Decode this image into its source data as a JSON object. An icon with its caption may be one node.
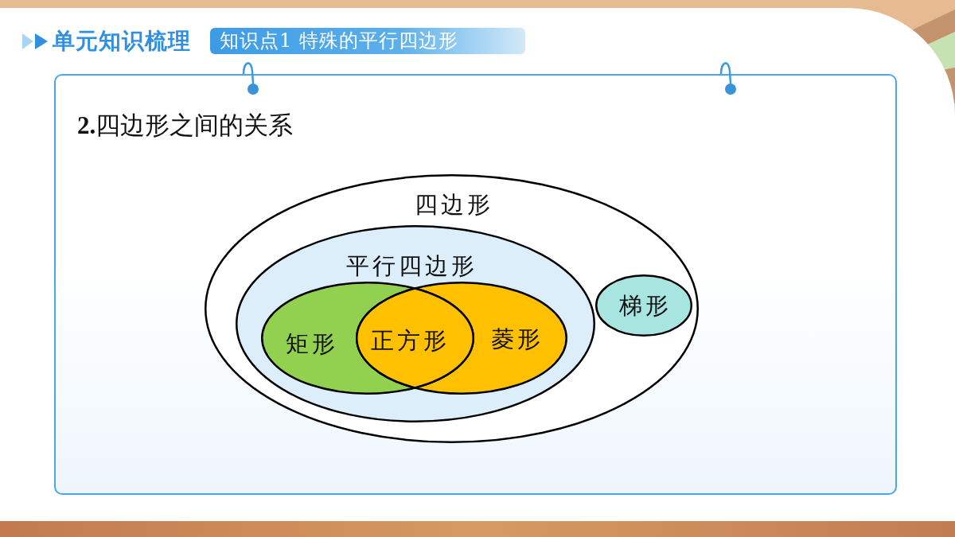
{
  "diagram": {
    "title": "**2.**四边形之间的关系",
    "nodes": [
      {
        "text": [
          "四边形"
        ]
      },
      {
        "text": [
          "平行四边形"
        ],
        "in": 0
      },
      {
        "text": [
          "矩形"
        ],
        "in": 1
      },
      {
        "text": [
          "正方形"
        ],
        "in": 1
      },
      {
        "text": [
          "菱形"
        ],
        "in": 1
      },
      {
        "text": [
          "梯形"
        ],
        "in": 0
      }
    ],
    "labels": [
      "单元知识梳理",
      "知识点1 特殊的平行四边形"
    ]
  }
}
